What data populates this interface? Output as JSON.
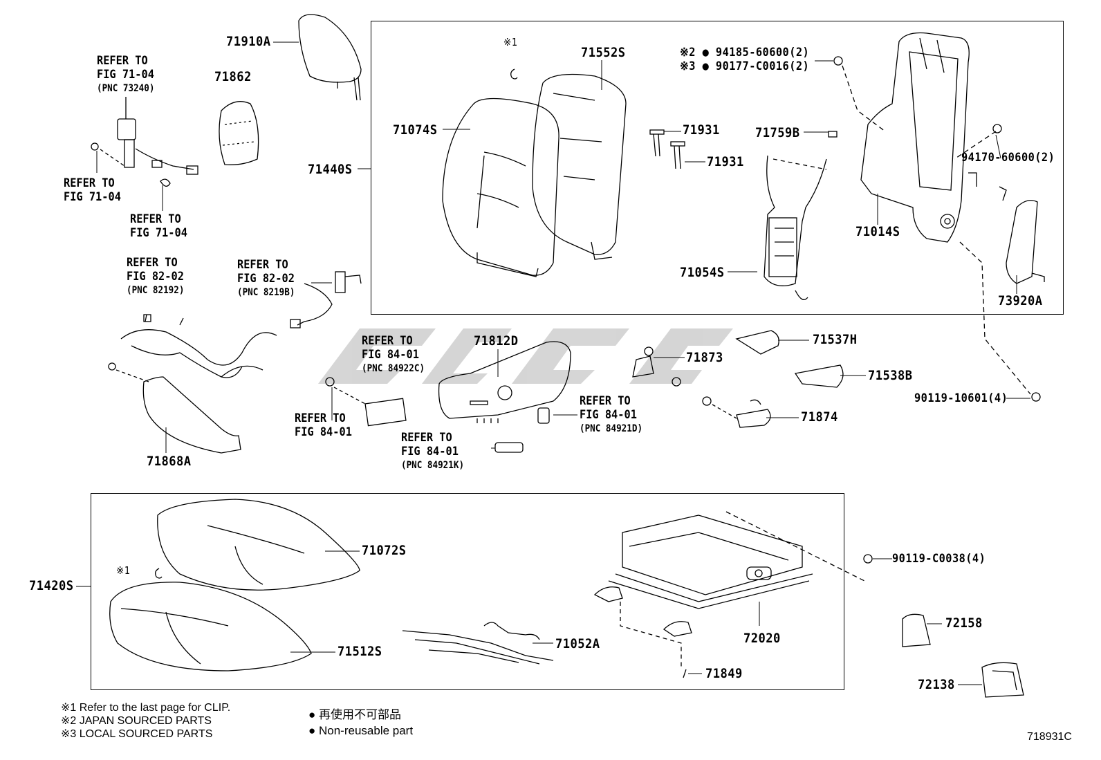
{
  "parts": {
    "p71910A": "71910A",
    "p71862": "71862",
    "p71074S": "71074S",
    "p71552S": "71552S",
    "p71440S": "71440S",
    "p71931a": "71931",
    "p71931b": "71931",
    "p71759B": "71759B",
    "p71014S": "71014S",
    "p71054S": "71054S",
    "p94170": "94170-60600(2)",
    "p73920A": "73920A",
    "p71868A": "71868A",
    "p71812D": "71812D",
    "p71873": "71873",
    "p71537H": "71537H",
    "p71538B": "71538B",
    "p71874": "71874",
    "p90119_10601": "90119-10601(4)",
    "p71072S": "71072S",
    "p71420S": "71420S",
    "p71512S": "71512S",
    "p71052A": "71052A",
    "p72020": "72020",
    "p71849": "71849",
    "p90119_C0038": "90119-C0038(4)",
    "p72158": "72158",
    "p72138": "72138",
    "note1_mark": "※1",
    "note1_mark_b": "※1",
    "fastener_a": "※2 ● 94185-60600(2)",
    "fastener_b": "※3 ● 90177-C0016(2)"
  },
  "refs": {
    "r1": {
      "l1": "REFER TO",
      "l2": "FIG 71-04",
      "l3": "(PNC 73240)"
    },
    "r2": {
      "l1": "REFER TO",
      "l2": "FIG 71-04"
    },
    "r3": {
      "l1": "REFER TO",
      "l2": "FIG 71-04"
    },
    "r4": {
      "l1": "REFER TO",
      "l2": "FIG 82-02",
      "l3": "(PNC 82192)"
    },
    "r5": {
      "l1": "REFER TO",
      "l2": "FIG 82-02",
      "l3": "(PNC 8219B)"
    },
    "r6": {
      "l1": "REFER TO",
      "l2": "FIG 84-01",
      "l3": "(PNC 84922C)"
    },
    "r7": {
      "l1": "REFER TO",
      "l2": "FIG 84-01"
    },
    "r8": {
      "l1": "REFER TO",
      "l2": "FIG 84-01",
      "l3": "(PNC 84921D)"
    },
    "r9": {
      "l1": "REFER TO",
      "l2": "FIG 84-01",
      "l3": "(PNC 84921K)"
    }
  },
  "legend": {
    "n1": "※1 Refer to the last page for CLIP.",
    "n2": "※2 JAPAN SOURCED PARTS",
    "n3": "※3 LOCAL SOURCED PARTS",
    "j1": "● 再使用不可部品",
    "j2": "● Non-reusable part"
  },
  "figure_id": "718931C"
}
